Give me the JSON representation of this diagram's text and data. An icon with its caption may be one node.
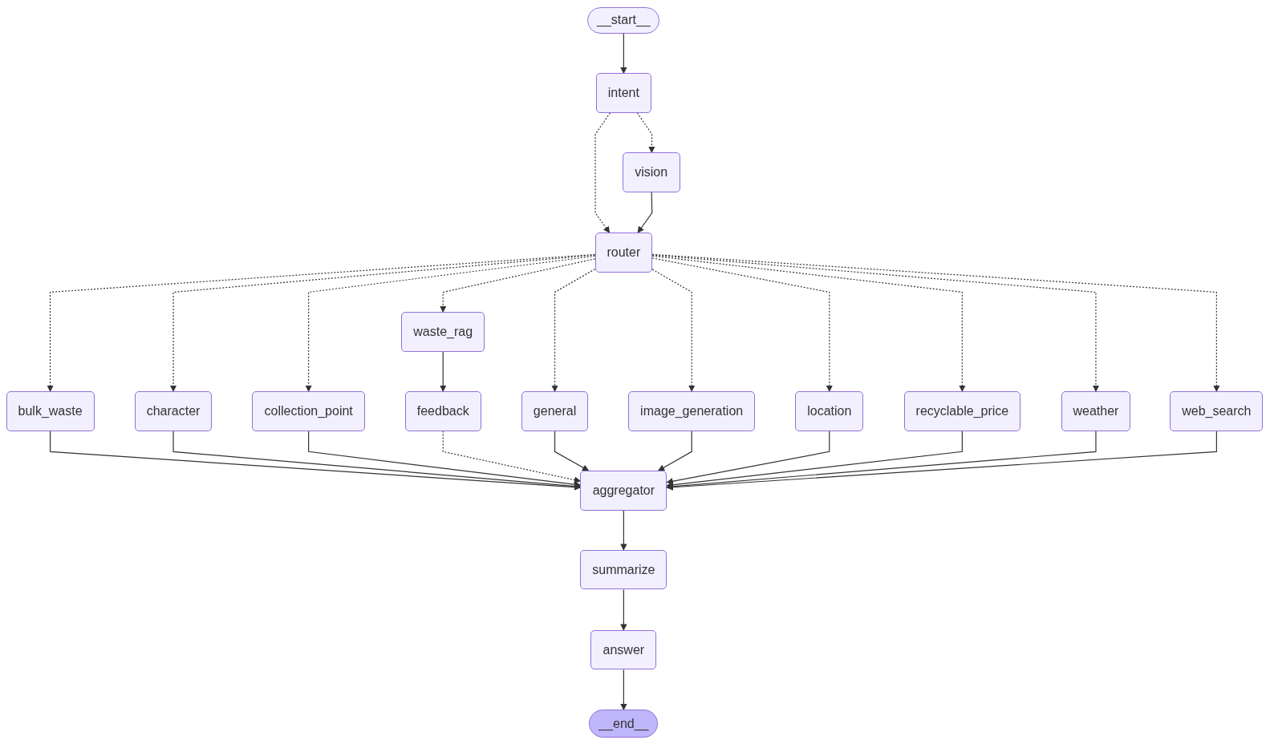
{
  "diagram": {
    "nodes": [
      {
        "text": [
          "__start__"
        ]
      },
      {
        "text": [
          "intent"
        ]
      },
      {
        "text": [
          "vision"
        ]
      },
      {
        "text": [
          "router"
        ]
      },
      {
        "text": [
          "waste_rag"
        ]
      },
      {
        "text": [
          "bulk_waste"
        ]
      },
      {
        "text": [
          "character"
        ]
      },
      {
        "text": [
          "collection_point"
        ]
      },
      {
        "text": [
          "feedback"
        ]
      },
      {
        "text": [
          "general"
        ]
      },
      {
        "text": [
          "image_generation"
        ]
      },
      {
        "text": [
          "location"
        ]
      },
      {
        "text": [
          "recyclable_price"
        ]
      },
      {
        "text": [
          "weather"
        ]
      },
      {
        "text": [
          "web_search"
        ]
      },
      {
        "text": [
          "aggregator"
        ]
      },
      {
        "text": [
          "summarize"
        ]
      },
      {
        "text": [
          "answer"
        ]
      },
      {
        "text": [
          "__end__"
        ]
      }
    ],
    "edges": [
      {
        "from": 0,
        "to": 1,
        "arrow": "to"
      },
      {
        "from": 1,
        "to": 2,
        "arrow": "to",
        "style": "dashed"
      },
      {
        "from": 1,
        "to": 3,
        "arrow": "to",
        "style": "dashed"
      },
      {
        "from": 2,
        "to": 3,
        "arrow": "to"
      },
      {
        "from": 3,
        "to": 5,
        "arrow": "to",
        "style": "dashed"
      },
      {
        "from": 3,
        "to": 6,
        "arrow": "to",
        "style": "dashed"
      },
      {
        "from": 3,
        "to": 7,
        "arrow": "to",
        "style": "dashed"
      },
      {
        "from": 3,
        "to": 4,
        "arrow": "to",
        "style": "dashed"
      },
      {
        "from": 3,
        "to": 9,
        "arrow": "to",
        "style": "dashed"
      },
      {
        "from": 3,
        "to": 10,
        "arrow": "to",
        "style": "dashed"
      },
      {
        "from": 3,
        "to": 11,
        "arrow": "to",
        "style": "dashed"
      },
      {
        "from": 3,
        "to": 12,
        "arrow": "to",
        "style": "dashed"
      },
      {
        "from": 3,
        "to": 13,
        "arrow": "to",
        "style": "dashed"
      },
      {
        "from": 3,
        "to": 14,
        "arrow": "to",
        "style": "dashed"
      },
      {
        "from": 4,
        "to": 8,
        "arrow": "to"
      },
      {
        "from": 5,
        "to": 15,
        "arrow": "to"
      },
      {
        "from": 6,
        "to": 15,
        "arrow": "to"
      },
      {
        "from": 7,
        "to": 15,
        "arrow": "to"
      },
      {
        "from": 8,
        "to": 15,
        "arrow": "to",
        "style": "dashed"
      },
      {
        "from": 9,
        "to": 15,
        "arrow": "to"
      },
      {
        "from": 10,
        "to": 15,
        "arrow": "to"
      },
      {
        "from": 11,
        "to": 15,
        "arrow": "to"
      },
      {
        "from": 12,
        "to": 15,
        "arrow": "to"
      },
      {
        "from": 13,
        "to": 15,
        "arrow": "to"
      },
      {
        "from": 14,
        "to": 15,
        "arrow": "to"
      },
      {
        "from": 15,
        "to": 16,
        "arrow": "to"
      },
      {
        "from": 16,
        "to": 17,
        "arrow": "to"
      },
      {
        "from": 17,
        "to": 18,
        "arrow": "to"
      }
    ]
  }
}
